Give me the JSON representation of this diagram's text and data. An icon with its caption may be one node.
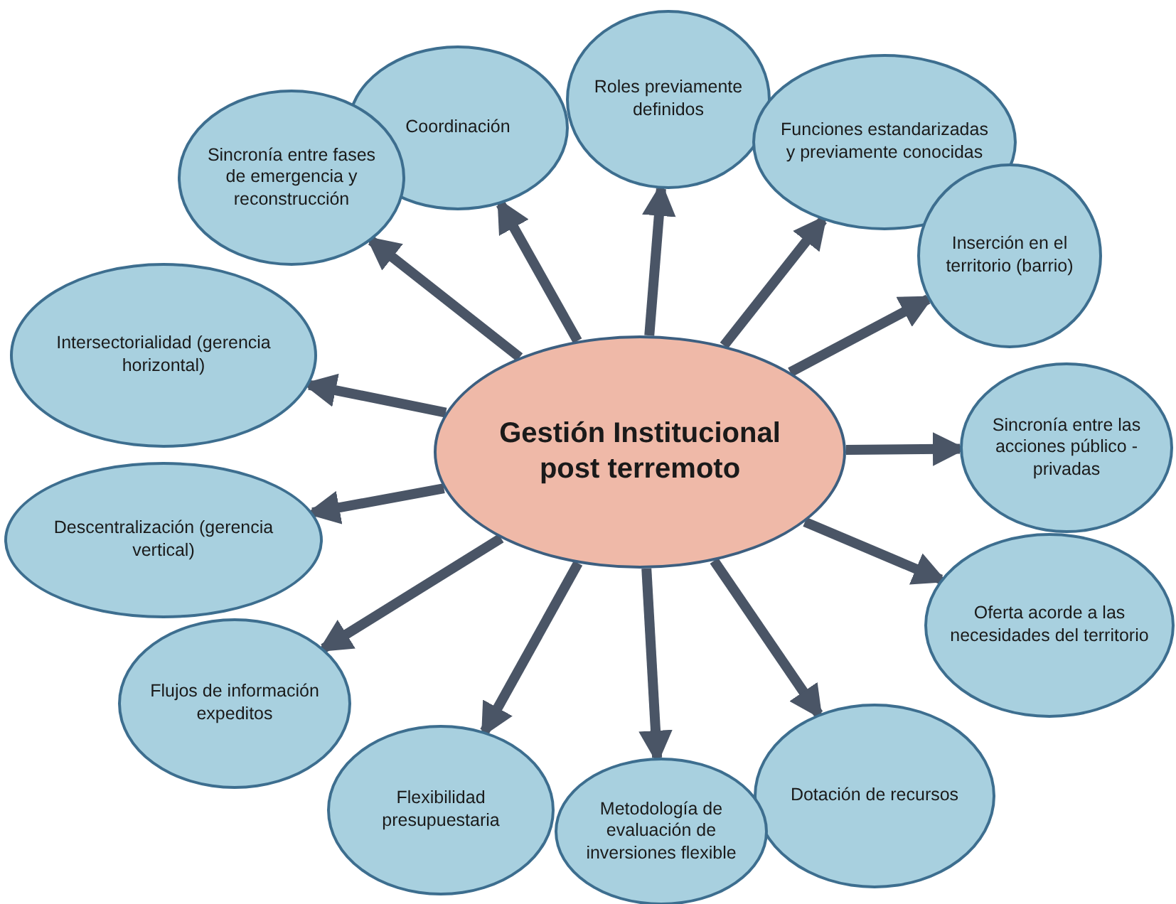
{
  "diagram": {
    "nodes": [
      {
        "text": [
          "Gestión Institucional post terremoto"
        ]
      },
      {
        "text": [
          "Coordinación"
        ]
      },
      {
        "text": [
          "Roles previamente definidos"
        ]
      },
      {
        "text": [
          "Funciones estandarizadas y previamente conocidas"
        ]
      },
      {
        "text": [
          "Inserción en el territorio (barrio)"
        ]
      },
      {
        "text": [
          "Sincronía entre las acciones público - privadas"
        ]
      },
      {
        "text": [
          "Oferta acorde a las necesidades del territorio"
        ]
      },
      {
        "text": [
          "Dotación de recursos"
        ]
      },
      {
        "text": [
          "Metodología de evaluación de inversiones flexible"
        ]
      },
      {
        "text": [
          "Flexibilidad presupuestaria"
        ]
      },
      {
        "text": [
          "Flujos de información expeditos"
        ]
      },
      {
        "text": [
          "Descentralización (gerencia vertical)"
        ]
      },
      {
        "text": [
          "Intersectorialidad (gerencia horizontal)"
        ]
      },
      {
        "text": [
          "Sincronía entre fases de emergencia y reconstrucción"
        ]
      }
    ],
    "edges": [
      {
        "from": 0,
        "to": 12,
        "arrow": "to"
      },
      {
        "from": 0,
        "to": 13,
        "arrow": "to"
      },
      {
        "from": 0,
        "to": 1,
        "arrow": "to"
      },
      {
        "from": 0,
        "to": 2,
        "arrow": "to"
      },
      {
        "from": 0,
        "to": 3,
        "arrow": "to"
      },
      {
        "from": 0,
        "to": 4,
        "arrow": "to"
      },
      {
        "from": 0,
        "to": 5,
        "arrow": "to"
      },
      {
        "from": 0,
        "to": 6,
        "arrow": "to"
      },
      {
        "from": 0,
        "to": 7,
        "arrow": "to"
      },
      {
        "from": 0,
        "to": 8,
        "arrow": "to"
      },
      {
        "from": 0,
        "to": 9,
        "arrow": "to"
      },
      {
        "from": 0,
        "to": 10,
        "arrow": "to"
      },
      {
        "from": 0,
        "to": 11,
        "arrow": "to"
      }
    ]
  }
}
